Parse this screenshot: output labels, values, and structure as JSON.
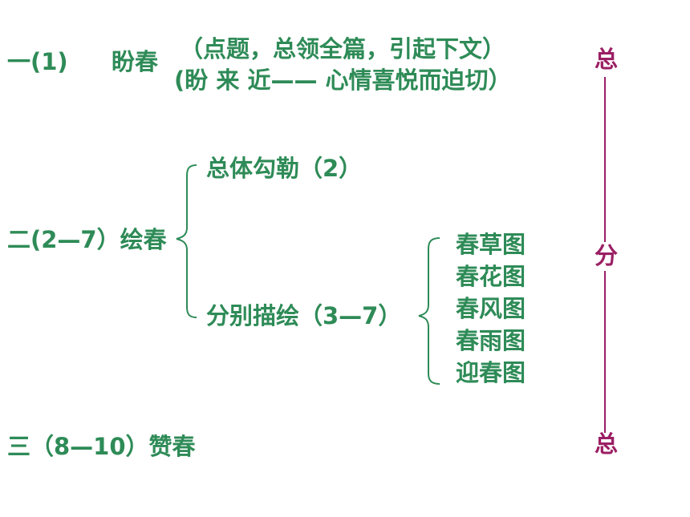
{
  "sections": {
    "one": {
      "number": "一(1)",
      "title": "盼春",
      "note1": "（点题，总领全篇，引起下文）",
      "note2": "(盼  来  近—— 心情喜悦而迫切）"
    },
    "two": {
      "label": "二(2—7）绘春",
      "branch_overall": "总体勾勒（2）",
      "branch_detail": "分别描绘（3—7）",
      "scenes": [
        "春草图",
        "春花图",
        "春风图",
        "春雨图",
        "迎春图"
      ]
    },
    "three": {
      "label": "三（8—10）赞春"
    }
  },
  "structure": {
    "top": "总",
    "middle": "分",
    "bottom": "总"
  },
  "colors": {
    "text": "#2e8b57",
    "structure": "#9b1f64"
  }
}
